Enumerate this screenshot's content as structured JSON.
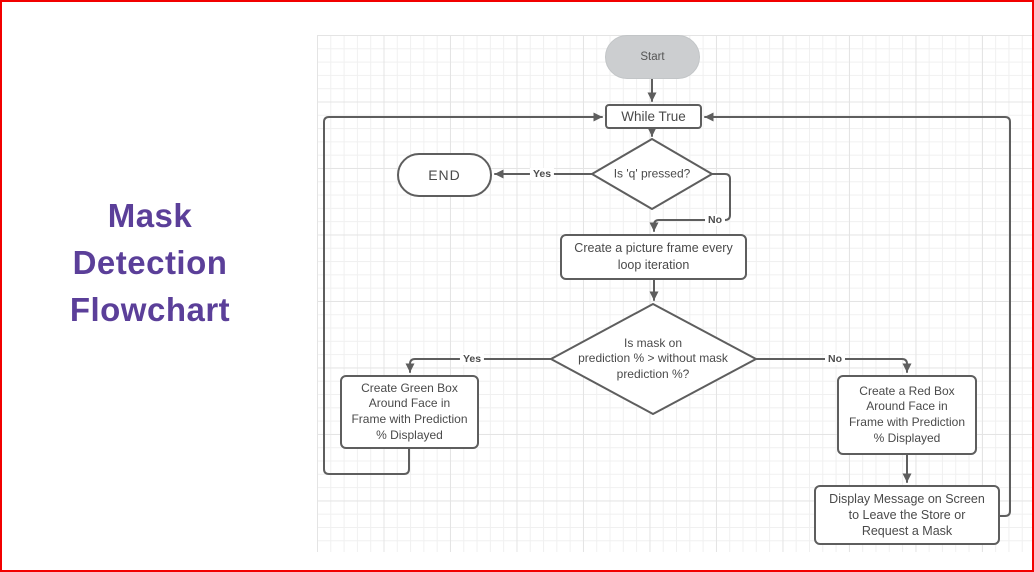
{
  "page": {
    "border_color": "#f20000",
    "background": "#ffffff"
  },
  "title": {
    "text": "Mask\nDetection\nFlowchart",
    "color": "#5b3f99"
  },
  "flowchart": {
    "colors": {
      "stroke": "#5e5e5e",
      "node_fill": "#ffffff",
      "terminator_fill": "#ccced0",
      "text": "#4a4a4a",
      "grid_line_minor": "#f0f0f0",
      "grid_line_major": "#e4e4e4"
    },
    "nodes": {
      "start": {
        "shape": "terminator",
        "label": "Start"
      },
      "while_true": {
        "shape": "process",
        "label": "While True"
      },
      "q_pressed": {
        "shape": "decision",
        "label": "Is 'q' pressed?"
      },
      "end": {
        "shape": "terminator",
        "label": "END"
      },
      "picture_frame": {
        "shape": "process",
        "label": "Create a picture frame every\nloop iteration"
      },
      "mask_prediction": {
        "shape": "decision",
        "label": "Is mask on\nprediction % > without mask\nprediction %?"
      },
      "green_box": {
        "shape": "process",
        "label": "Create Green Box\nAround Face in\nFrame with Prediction\n% Displayed"
      },
      "red_box": {
        "shape": "process",
        "label": "Create a Red Box\nAround Face in\nFrame with Prediction\n% Displayed"
      },
      "display_message": {
        "shape": "process",
        "label": "Display Message on Screen\nto Leave the Store or\nRequest a Mask"
      }
    },
    "edge_labels": {
      "q_yes": "Yes",
      "q_no": "No",
      "mask_yes": "Yes",
      "mask_no": "No"
    }
  }
}
